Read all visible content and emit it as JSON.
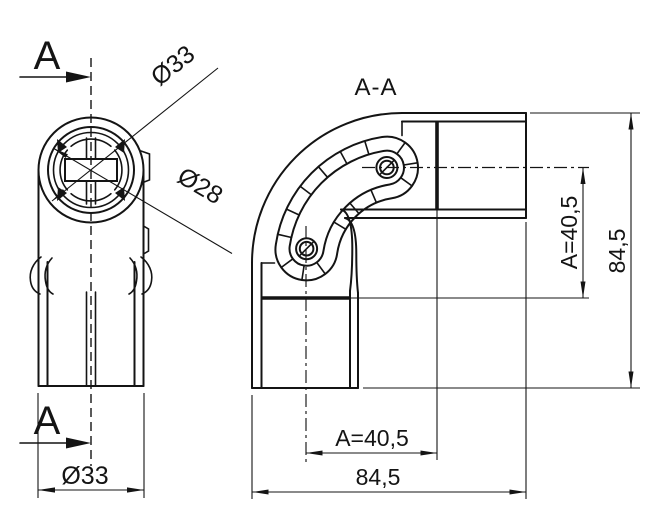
{
  "drawing": {
    "section_label": "A",
    "section_title": "A-A",
    "end_view": {
      "outer_diameter_label": "Ø33",
      "inner_diameter_label": "Ø28",
      "bottom_diameter_label": "Ø33"
    },
    "section_view": {
      "insertion_depth_right": "A=40,5",
      "overall_height_right": "84,5",
      "insertion_depth_bottom": "A=40,5",
      "overall_width_bottom": "84,5"
    },
    "values": {
      "outer_diameter_mm": 33,
      "inner_diameter_mm": 28,
      "insertion_depth_mm": 40.5,
      "overall_size_mm": 84.5
    },
    "colors": {
      "line": "#141414",
      "background": "#ffffff"
    }
  }
}
